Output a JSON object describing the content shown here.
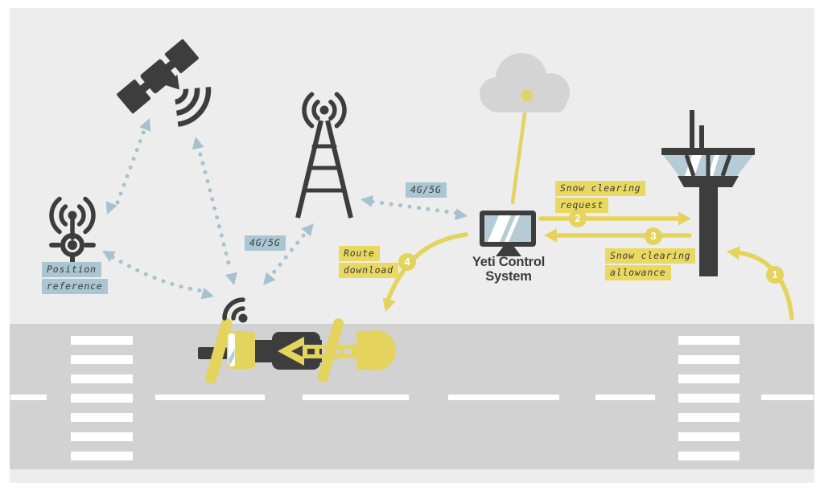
{
  "labels": {
    "position_reference": [
      "Position",
      "reference"
    ],
    "cell_link_tower_vehicle": "4G/5G",
    "cell_link_tower_system": "4G/5G",
    "route_download": [
      "Route",
      "download"
    ],
    "snow_clearing_request": [
      "Snow clearing",
      "request"
    ],
    "snow_clearing_allowance": [
      "Snow clearing",
      "allowance"
    ],
    "system_name": [
      "Yeti Control",
      "System"
    ]
  },
  "steps": {
    "s1": "1",
    "s2": "2",
    "s3": "3",
    "s4": "4"
  },
  "icons": [
    "satellite-icon",
    "gnss-base-station-icon",
    "cell-tower-icon",
    "cloud-icon",
    "monitor-icon",
    "control-tower-icon",
    "snowplow-vehicle-icon",
    "wifi-icon"
  ],
  "colors": {
    "background": "#ededed",
    "road": "#d2d2d2",
    "dark": "#3d3d3d",
    "accent_yellow": "#e4d35d",
    "chip_yellow": "#ead961",
    "chip_blue": "#a9c6d2",
    "dotted_link_blue": "#a6c2ce",
    "screen_blue": "#b5ccd6",
    "cloud_gray": "#d4d4d4",
    "white": "#ffffff"
  }
}
